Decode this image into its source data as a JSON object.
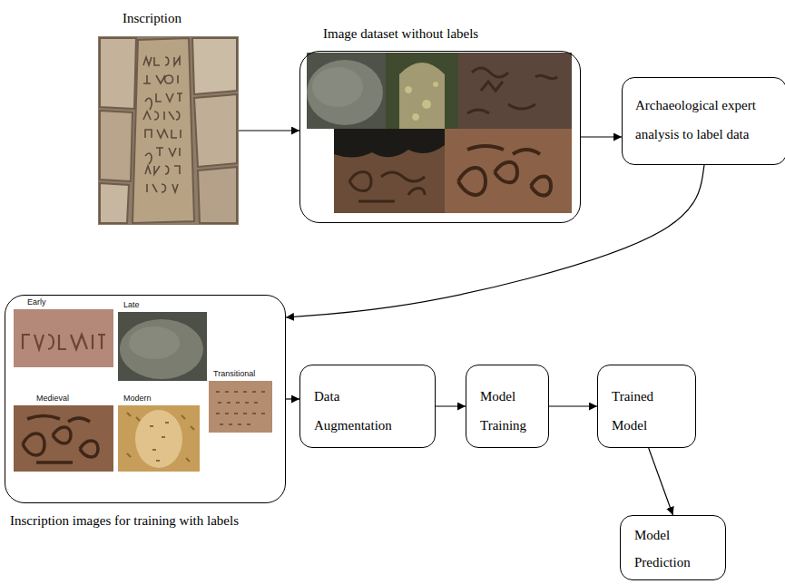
{
  "diagram": {
    "nodes": [
      {
        "text": [
          "Inscription"
        ]
      },
      {
        "text": [
          "Image dataset without labels"
        ]
      },
      {
        "text": [
          "Archaeological expert analysis to label data"
        ]
      },
      {
        "text": [
          "Inscription images for training with labels"
        ]
      },
      {
        "text": [
          "Data Augmentation"
        ]
      },
      {
        "text": [
          "Model Training"
        ]
      },
      {
        "text": [
          "Trained Model"
        ]
      },
      {
        "text": [
          "Model Prediction"
        ]
      }
    ],
    "edges": [
      {
        "from": 0,
        "to": 1,
        "arrow": "to"
      },
      {
        "from": 1,
        "to": 2,
        "arrow": "to"
      },
      {
        "from": 2,
        "to": 3,
        "arrow": "to"
      },
      {
        "from": 3,
        "to": 4,
        "arrow": "to"
      },
      {
        "from": 4,
        "to": 5,
        "arrow": "to"
      },
      {
        "from": 5,
        "to": 6,
        "arrow": "to"
      },
      {
        "from": 6,
        "to": 7,
        "arrow": "to"
      }
    ],
    "labels": [
      "Early",
      "Late",
      "Transitional",
      "Medieval",
      "Modern"
    ]
  }
}
